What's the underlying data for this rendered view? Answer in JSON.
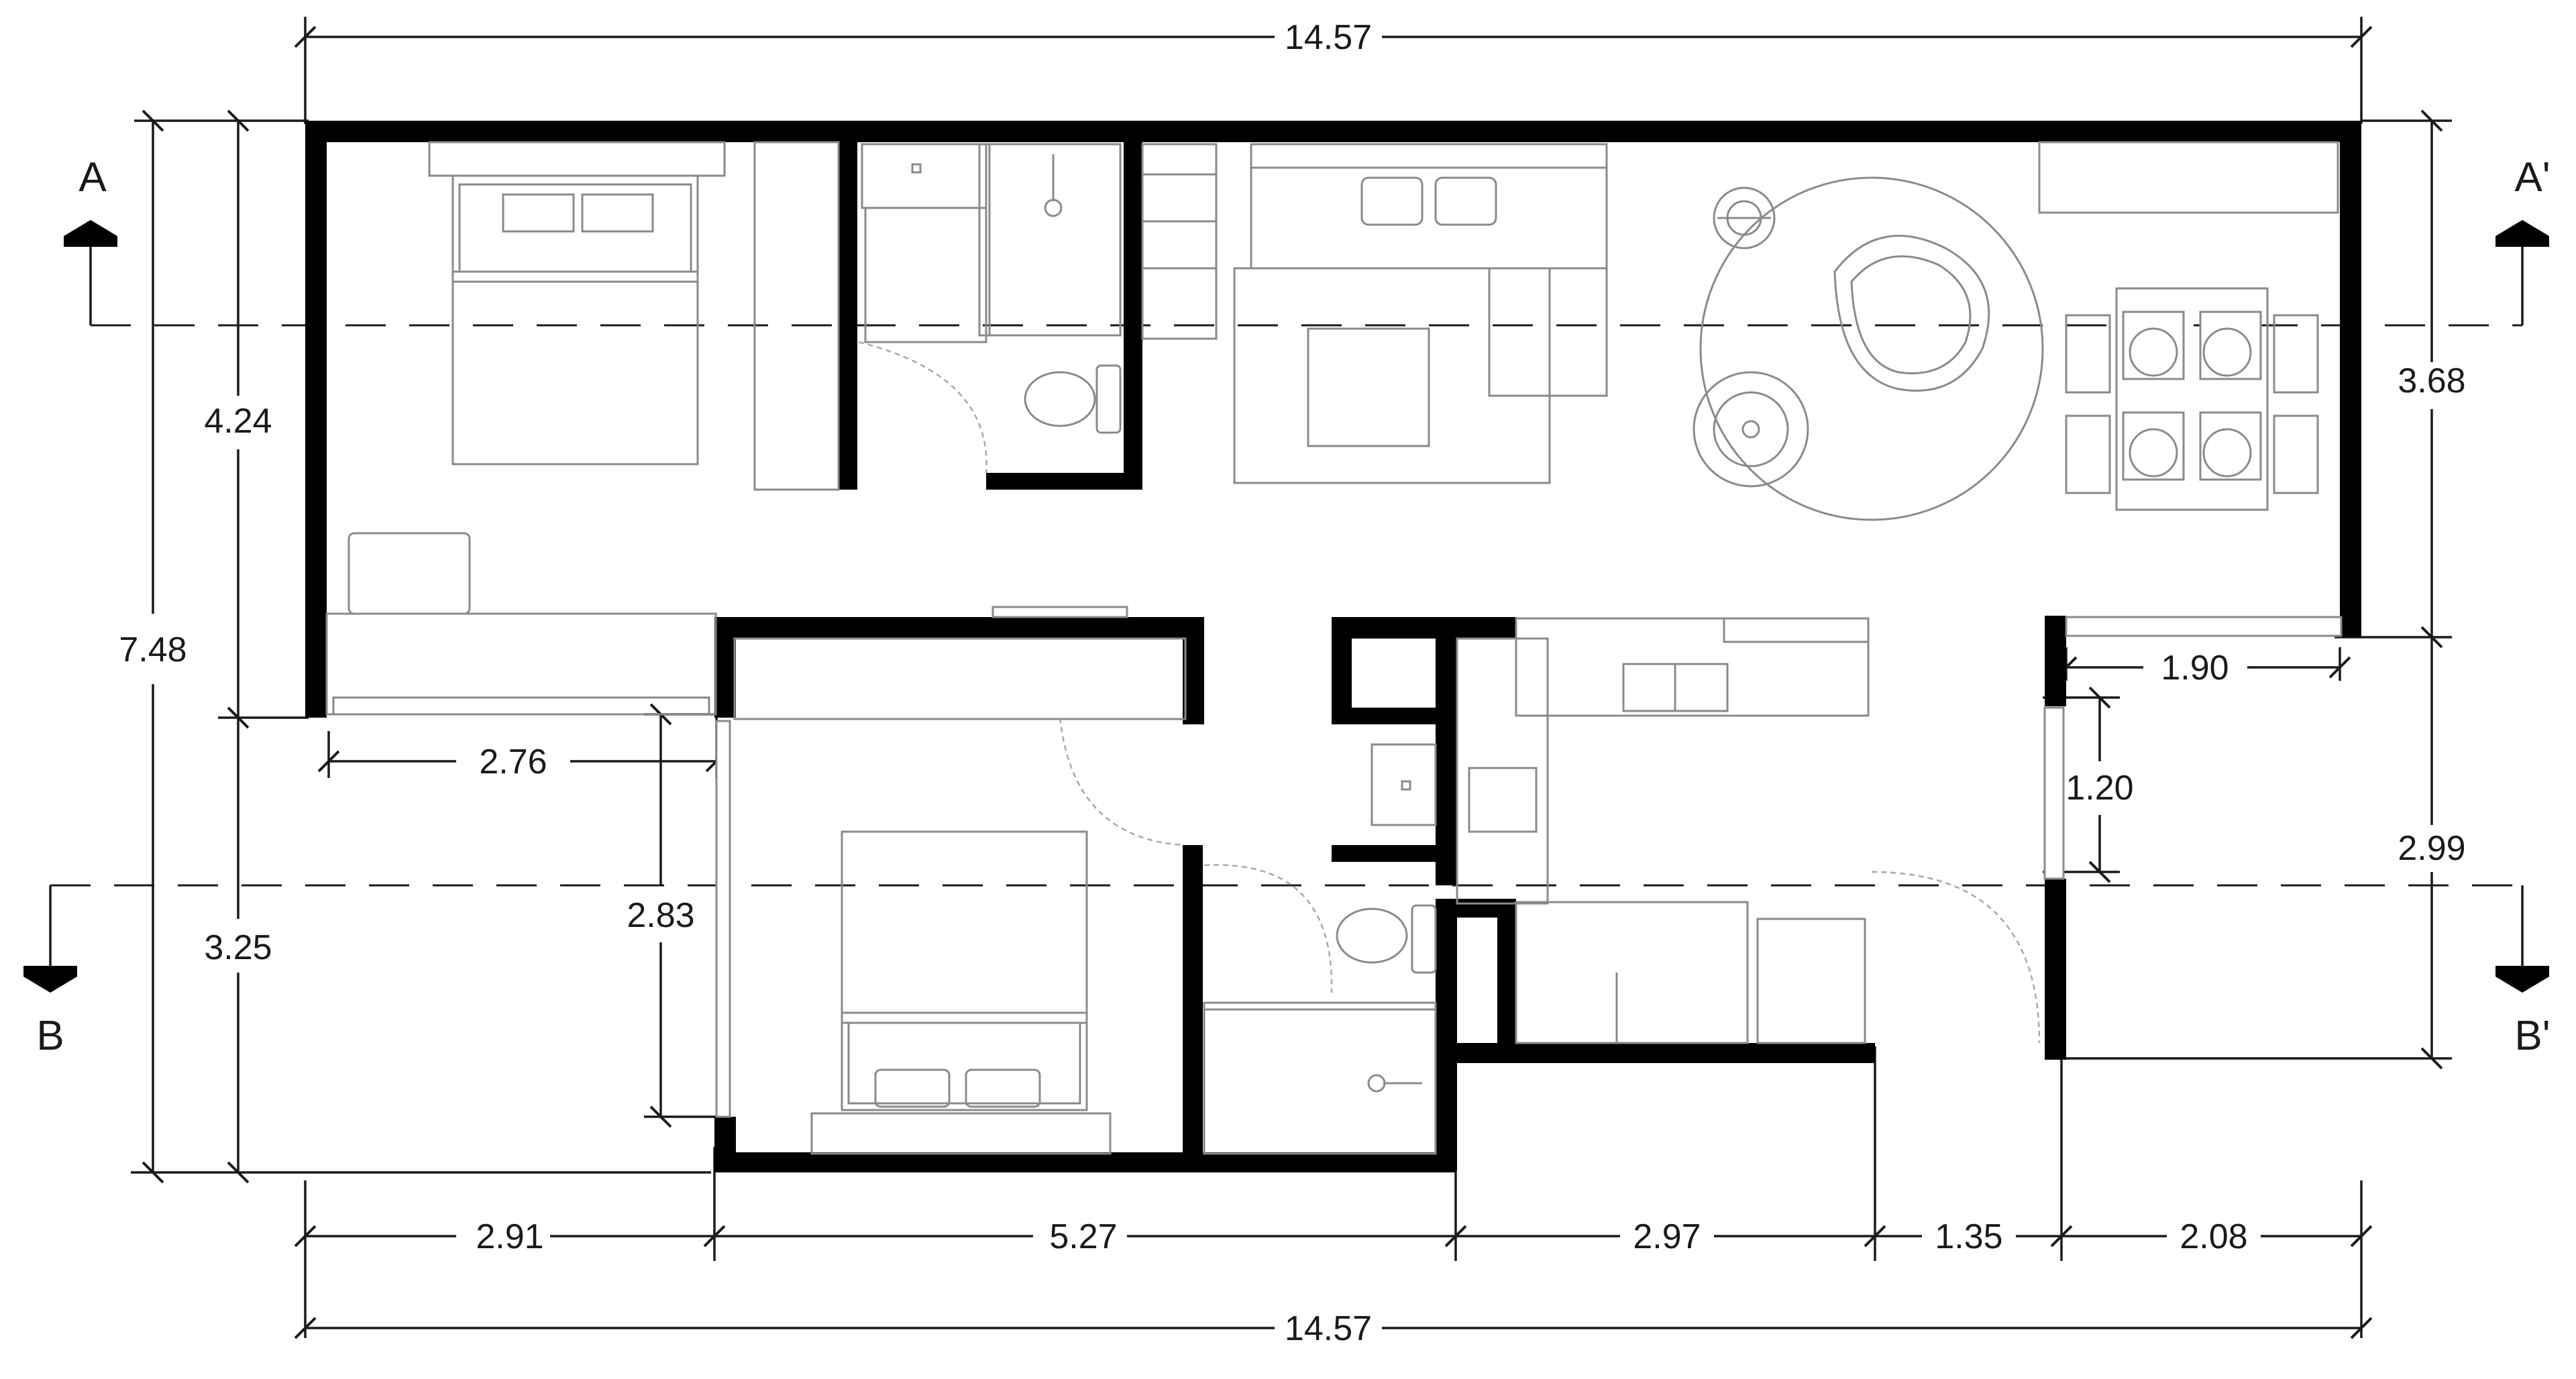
{
  "dimensions": {
    "top_total": "14.57",
    "bottom_total": "14.57",
    "left_total": "7.48",
    "left_upper": "4.24",
    "left_lower": "3.25",
    "right_upper": "3.68",
    "right_lower": "2.99",
    "terrace_width": "2.76",
    "terrace_depth": "2.83",
    "balcony_width": "1.90",
    "balcony_opening": "1.20",
    "bottom_segments": [
      "2.91",
      "5.27",
      "2.97",
      "1.35",
      "2.08"
    ]
  },
  "section_markers": {
    "a_left": "A",
    "a_right": "A'",
    "b_left": "B",
    "b_right": "B'"
  },
  "colors": {
    "wall": "#000000",
    "furniture_line": "#8a8a8a",
    "dimension_line": "#1a1a1a",
    "background": "#ffffff"
  }
}
